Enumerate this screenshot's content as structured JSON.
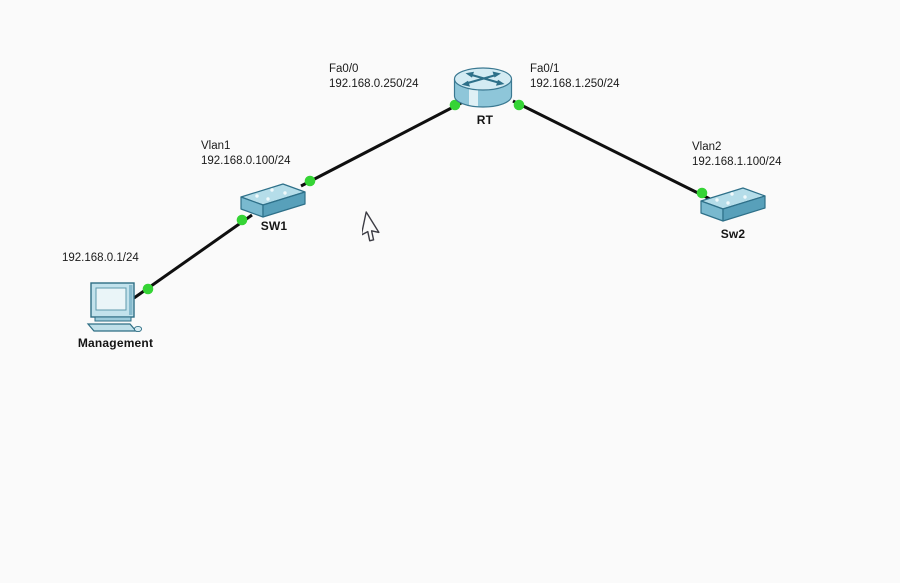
{
  "workspace": {
    "background": "#fafafa",
    "app_context": "network-topology-canvas"
  },
  "colors": {
    "link": "#0f0f0f",
    "status_up": "#35d435",
    "text": "#161616",
    "device_light": "#d3ebf3",
    "device_mid": "#8ec6d9",
    "device_dark": "#58a0ba"
  },
  "icons": {
    "router": "router-cylinder-icon",
    "switch": "switch-3d-box-icon",
    "pc": "desktop-computer-icon",
    "cursor": "mouse-arrow-cursor",
    "status": "link-up-green-dot"
  },
  "devices": {
    "management": {
      "name": "Management",
      "ip": "192.168.0.1/24"
    },
    "sw1": {
      "name": "SW1",
      "interface": "Vlan1",
      "ip": "192.168.0.100/24"
    },
    "rt": {
      "name": "RT",
      "interface_left": "Fa0/0",
      "interface_left_ip": "192.168.0.250/24",
      "interface_right": "Fa0/1",
      "interface_right_ip": "192.168.1.250/24"
    },
    "sw2": {
      "name": "Sw2",
      "interface": "Vlan2",
      "ip": "192.168.1.100/24"
    }
  },
  "links": [
    {
      "from": "Management",
      "to": "SW1",
      "status": "up"
    },
    {
      "from": "SW1",
      "to": "RT",
      "status": "up"
    },
    {
      "from": "RT",
      "to": "Sw2",
      "status": "up"
    }
  ]
}
